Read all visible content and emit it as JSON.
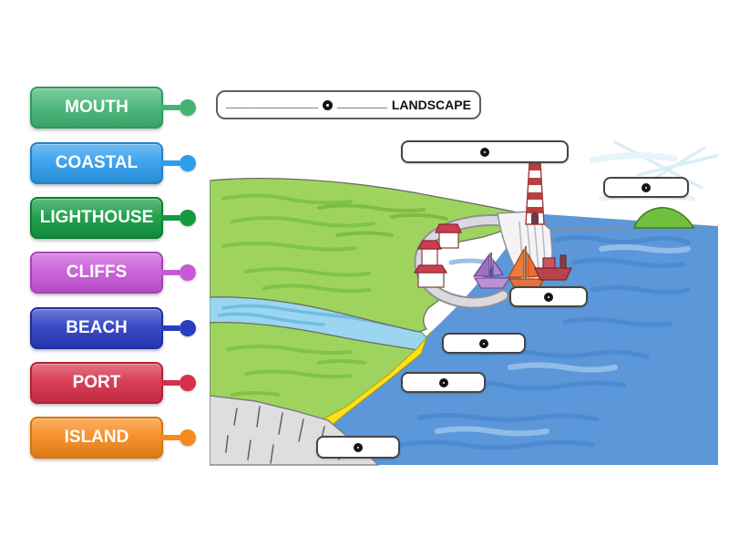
{
  "title_box": {
    "blank_left": "_____________",
    "blank_right": "_______",
    "word": "LANDSCAPE"
  },
  "labels": [
    {
      "text": "MOUTH",
      "fill": "#43b474",
      "edge": "#2f9a5d"
    },
    {
      "text": "COASTAL",
      "fill": "#2f9ded",
      "edge": "#1e82cf"
    },
    {
      "text": "LIGHTHOUSE",
      "fill": "#149a41",
      "edge": "#0c7e33"
    },
    {
      "text": "CLIFFS",
      "fill": "#c858d8",
      "edge": "#a93fbc"
    },
    {
      "text": "BEACH",
      "fill": "#2a3cc0",
      "edge": "#1e2ea1"
    },
    {
      "text": "PORT",
      "fill": "#d6304a",
      "edge": "#b52138"
    },
    {
      "text": "ISLAND",
      "fill": "#f78a1d",
      "edge": "#d87407"
    }
  ],
  "answer_slots_count": 6,
  "scene": {
    "elements": [
      "lighthouse",
      "white-cliff",
      "harbour-pier",
      "houses",
      "sailboat-purple",
      "sailboat-orange",
      "ship",
      "island",
      "river",
      "yellow-beach",
      "rocky-cliffs",
      "sea",
      "grassland"
    ],
    "colors": {
      "grass": "#9ed45e",
      "sea": "#5b97d9",
      "river": "#9ad6f0",
      "beach": "#ffe11a",
      "cliff_grey": "#dededf",
      "lighthouse_red": "#b5413f",
      "island_green": "#72bf3f"
    }
  },
  "ui_colors": {
    "slot_border": "#454545",
    "ring": "#141414",
    "background": "#ffffff"
  }
}
